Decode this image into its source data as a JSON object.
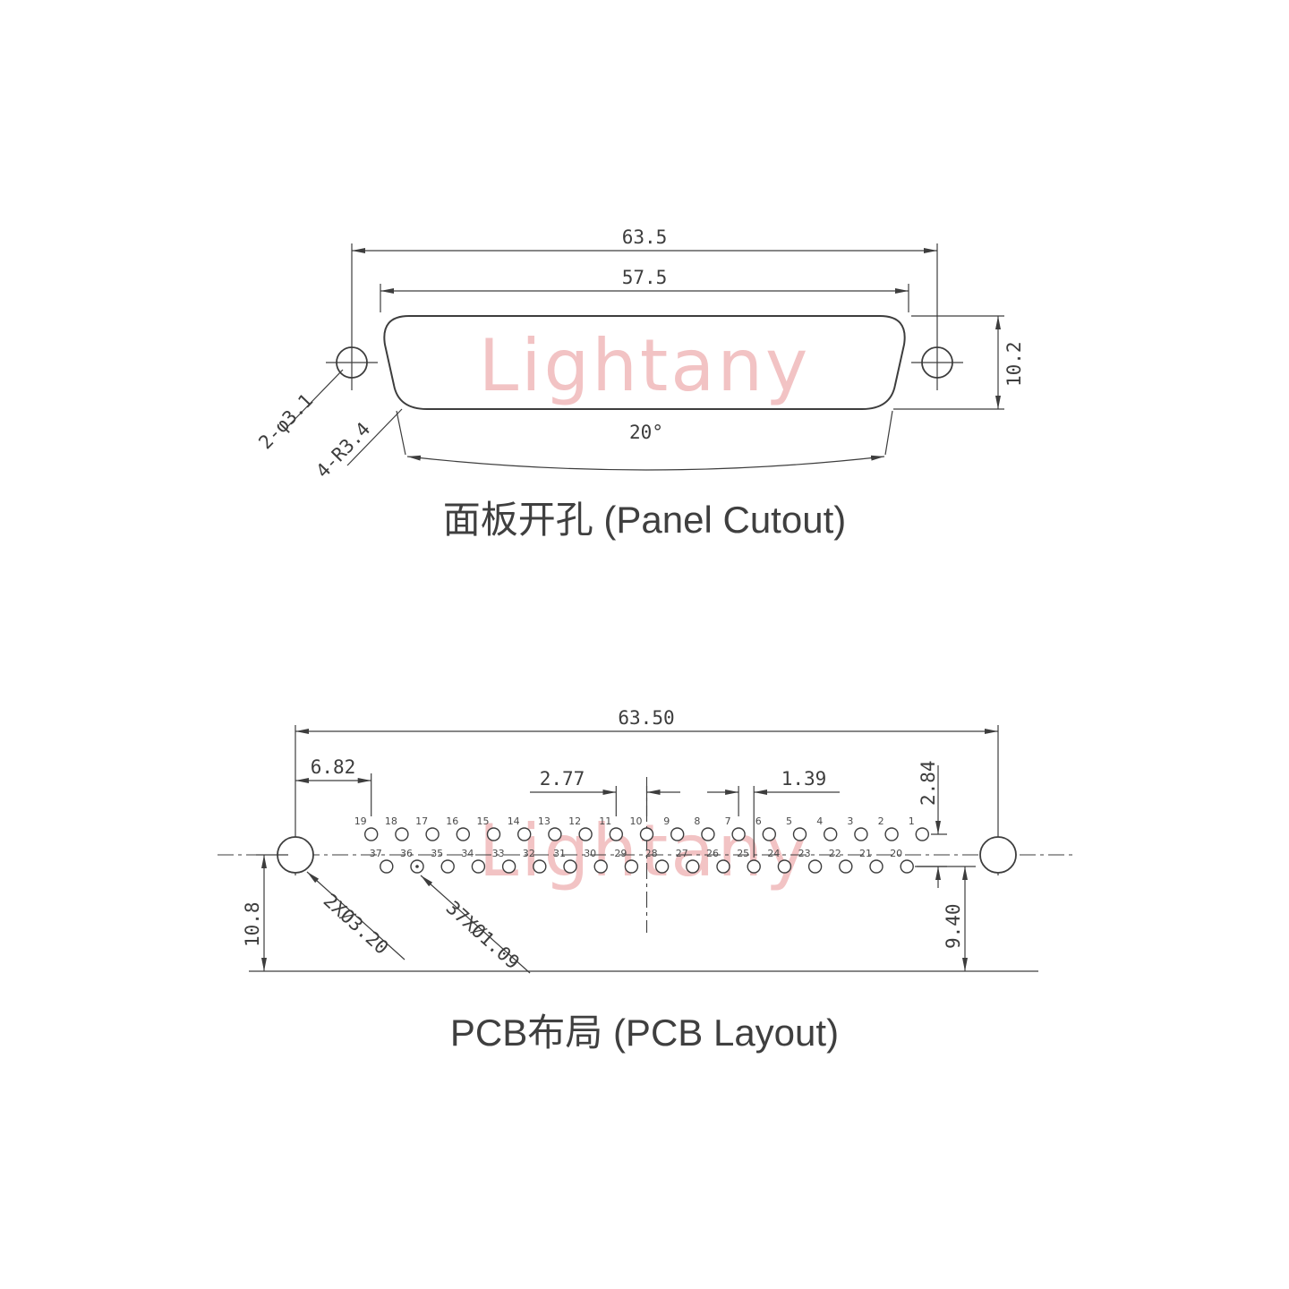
{
  "watermark": {
    "text": "Lightany",
    "color": "#f2c3c4"
  },
  "panel": {
    "title": "面板开孔 (Panel Cutout)",
    "dim_outer": "63.5",
    "dim_inner": "57.5",
    "dim_height": "10.2",
    "label_holes": "2-φ3.1",
    "label_radius": "4-R3.4",
    "label_angle": "20°"
  },
  "pcb": {
    "title": "PCB布局 (PCB Layout)",
    "dim_outer": "63.50",
    "dim_offset": "6.82",
    "dim_pitch": "2.77",
    "dim_half": "1.39",
    "dim_row": "2.84",
    "dim_hole_edge": "10.8",
    "dim_row_edge": "9.40",
    "label_mount": "2XØ3.20",
    "label_pins": "37XØ1.09",
    "pin_leader_target": "36",
    "top_row": [
      "19",
      "18",
      "17",
      "16",
      "15",
      "14",
      "13",
      "12",
      "11",
      "10",
      "9",
      "8",
      "7",
      "6",
      "5",
      "4",
      "3",
      "2",
      "1"
    ],
    "bottom_row": [
      "37",
      "36",
      "35",
      "34",
      "33",
      "32",
      "31",
      "30",
      "29",
      "28",
      "27",
      "26",
      "25",
      "24",
      "23",
      "22",
      "21",
      "20"
    ]
  }
}
